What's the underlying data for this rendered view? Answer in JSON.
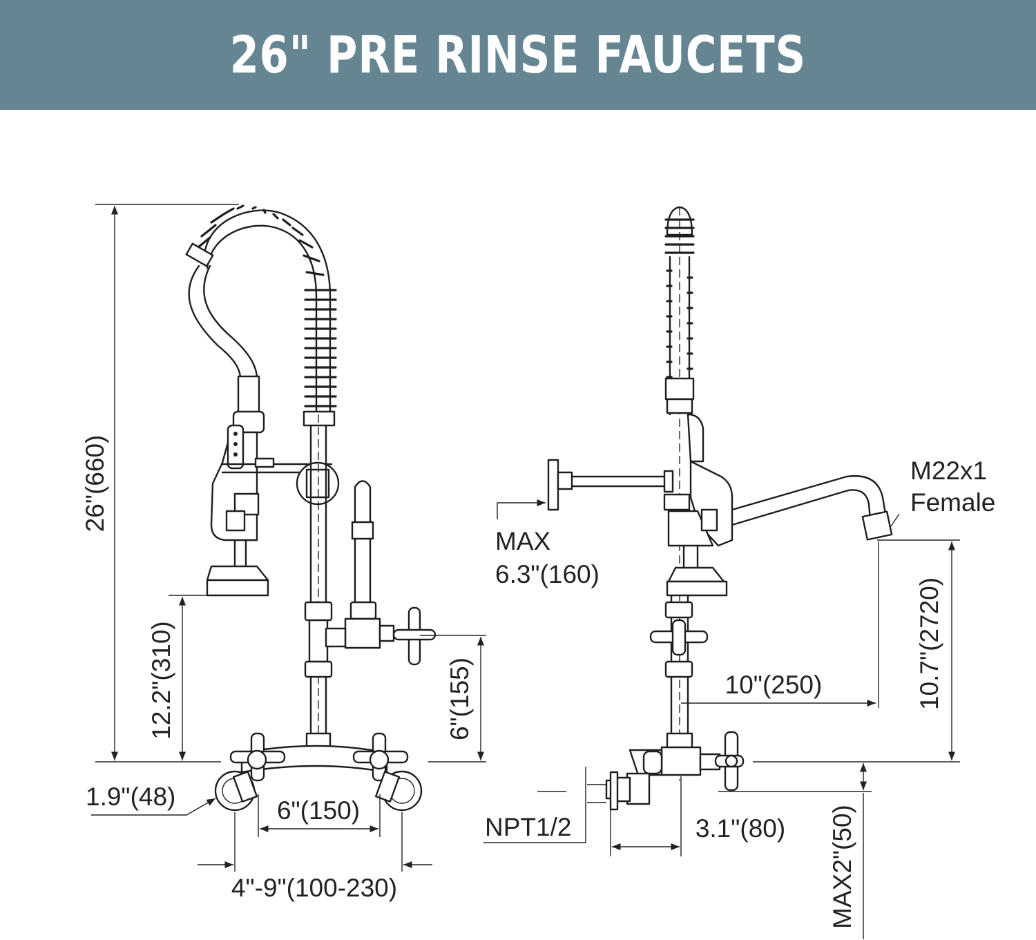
{
  "header": {
    "title": "26\" PRE RINSE FAUCETS",
    "background": "#658592",
    "text_color": "#ffffff"
  },
  "front_view": {
    "overall_height": "26\"(660)",
    "spray_height": "12.2\"(310)",
    "valve_height": "6\"(155)",
    "inlet_diameter": "1.9\"(48)",
    "valve_spacing": "6\"(150)",
    "center_range": "4\"-9\"(100-230)"
  },
  "side_view": {
    "max_wall_bracket": "MAX",
    "max_wall_bracket_value": "6.3\"(160)",
    "spout_thread_line1": "M22x1",
    "spout_thread_line2": "Female",
    "spout_height": "10.7\"(2720)",
    "spout_reach": "10\"(250)",
    "inlet_thread": "NPT1/2",
    "inlet_offset": "3.1\"(80)",
    "max_inlet_height": "MAX2\"(50)"
  }
}
